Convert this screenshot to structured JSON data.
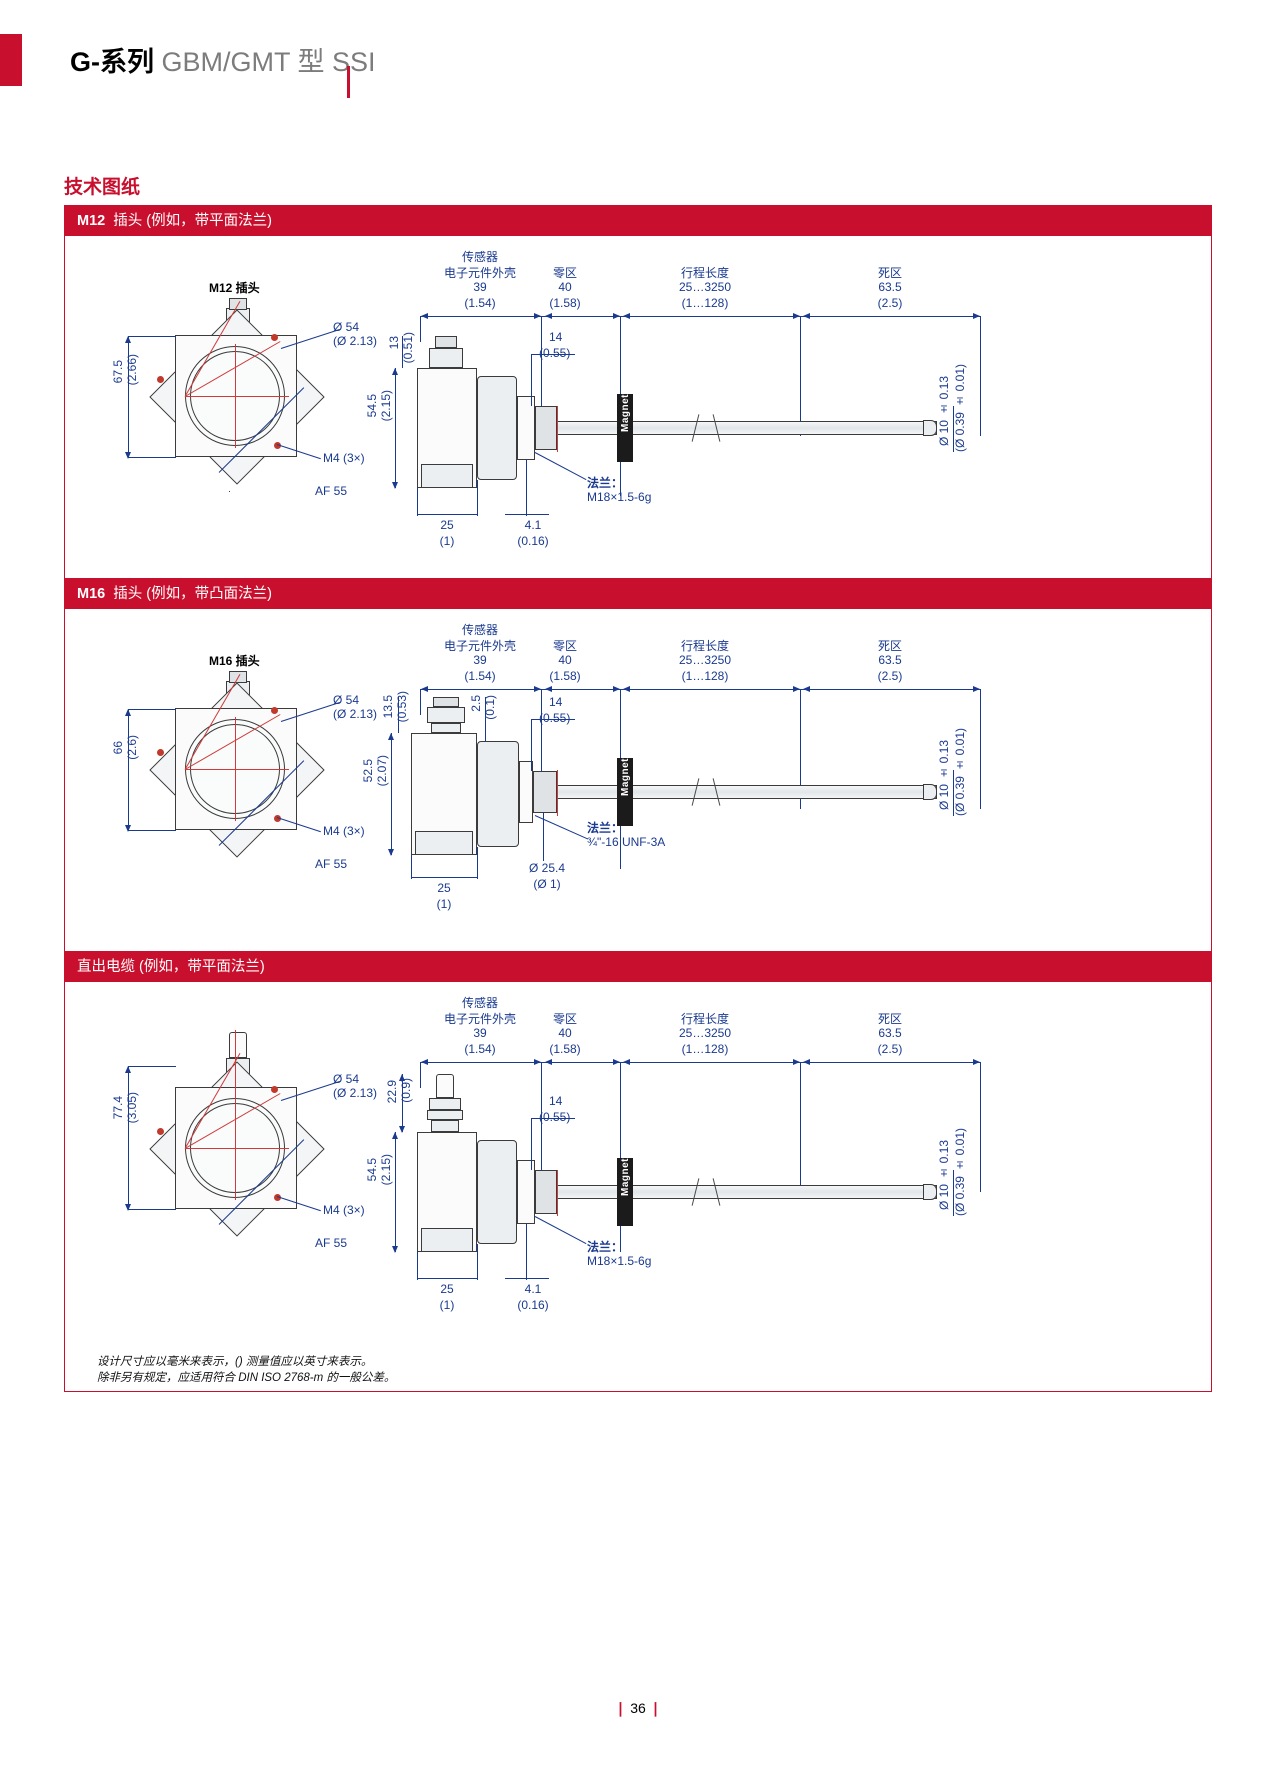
{
  "header": {
    "title_bold": "G-",
    "title_cn": "系列",
    "title_grey": "GBM/GMT 型 SSI"
  },
  "section_title": "技术图纸",
  "page_number": "36",
  "footnote": {
    "line1": "设计尺寸应以毫米来表示，() 测量值应以英寸来表示。",
    "line2": "除非另有规定，应适用符合 DIN ISO 2768-m 的一般公差。"
  },
  "sections": [
    {
      "band_bold": "M12",
      "band_rest": "插头 (例如，带平面法兰)",
      "face_label": "M12 插头",
      "face_dims": {
        "height": "67.5",
        "height_in": "(2.66)",
        "diameter": "Ø 54",
        "diameter_in": "(Ø 2.13)",
        "screw": "M4 (3×)",
        "af": "AF 55"
      },
      "top_dims": [
        {
          "title1": "传感器",
          "title2": "电子元件外壳",
          "value": "39",
          "inch": "(1.54)"
        },
        {
          "title1": "",
          "title2": "零区",
          "value": "40",
          "inch": "(1.58)"
        },
        {
          "title1": "",
          "title2": "行程长度",
          "value": "25…3250",
          "inch": "(1…128)"
        },
        {
          "title1": "",
          "title2": "死区",
          "value": "63.5",
          "inch": "(2.5)"
        }
      ],
      "side_dims": {
        "top_small": "13",
        "top_small_in": "(0.51)",
        "body_h": "54.5",
        "body_h_in": "(2.15)",
        "base_w": "25",
        "base_w_in": "(1)",
        "thread_w": "4.1",
        "thread_w_in": "(0.16)",
        "neck": "14",
        "neck_in": "(0.55)"
      },
      "flange": {
        "label": "法兰：",
        "value": "M18×1.5-6g"
      },
      "rod_dim": {
        "line1": "Ø 10 ± 0.13",
        "line2": "(Ø 0.39 ± 0.01)"
      },
      "magnet_label": "Magnet"
    },
    {
      "band_bold": "M16",
      "band_rest": "插头 (例如，带凸面法兰)",
      "face_label": "M16 插头",
      "face_dims": {
        "height": "66",
        "height_in": "(2.6)",
        "diameter": "Ø 54",
        "diameter_in": "(Ø 2.13)",
        "screw": "M4 (3×)",
        "af": "AF 55"
      },
      "top_dims": [
        {
          "title1": "传感器",
          "title2": "电子元件外壳",
          "value": "39",
          "inch": "(1.54)"
        },
        {
          "title1": "",
          "title2": "零区",
          "value": "40",
          "inch": "(1.58)"
        },
        {
          "title1": "",
          "title2": "行程长度",
          "value": "25…3250",
          "inch": "(1…128)"
        },
        {
          "title1": "",
          "title2": "死区",
          "value": "63.5",
          "inch": "(2.5)"
        }
      ],
      "side_dims": {
        "top_small": "13.5",
        "top_small_in": "(0.53)",
        "top_small2": "2.5",
        "top_small2_in": "(0.1)",
        "body_h": "52.5",
        "body_h_in": "(2.07)",
        "base_w": "25",
        "base_w_in": "(1)",
        "neck": "14",
        "neck_in": "(0.55)",
        "collar": "Ø 25.4",
        "collar_in": "(Ø 1)"
      },
      "flange": {
        "label": "法兰：",
        "value": "¾\"-16 UNF-3A"
      },
      "rod_dim": {
        "line1": "Ø 10 ± 0.13",
        "line2": "(Ø 0.39 ± 0.01)"
      },
      "magnet_label": "Magnet"
    },
    {
      "band_bold": "",
      "band_rest": "直出电缆 (例如，带平面法兰)",
      "face_label": "",
      "face_dims": {
        "height": "77.4",
        "height_in": "(3.05)",
        "diameter": "Ø 54",
        "diameter_in": "(Ø 2.13)",
        "screw": "M4 (3×)",
        "af": "AF 55"
      },
      "top_dims": [
        {
          "title1": "传感器",
          "title2": "电子元件外壳",
          "value": "39",
          "inch": "(1.54)"
        },
        {
          "title1": "",
          "title2": "零区",
          "value": "40",
          "inch": "(1.58)"
        },
        {
          "title1": "",
          "title2": "行程长度",
          "value": "25…3250",
          "inch": "(1…128)"
        },
        {
          "title1": "",
          "title2": "死区",
          "value": "63.5",
          "inch": "(2.5)"
        }
      ],
      "side_dims": {
        "top_small": "22.9",
        "top_small_in": "(0.9)",
        "body_h": "54.5",
        "body_h_in": "(2.15)",
        "base_w": "25",
        "base_w_in": "(1)",
        "thread_w": "4.1",
        "thread_w_in": "(0.16)",
        "neck": "14",
        "neck_in": "(0.55)"
      },
      "flange": {
        "label": "法兰：",
        "value": "M18×1.5-6g"
      },
      "rod_dim": {
        "line1": "Ø 10 ± 0.13",
        "line2": "(Ø 0.39 ± 0.01)"
      },
      "magnet_label": "Magnet"
    }
  ]
}
